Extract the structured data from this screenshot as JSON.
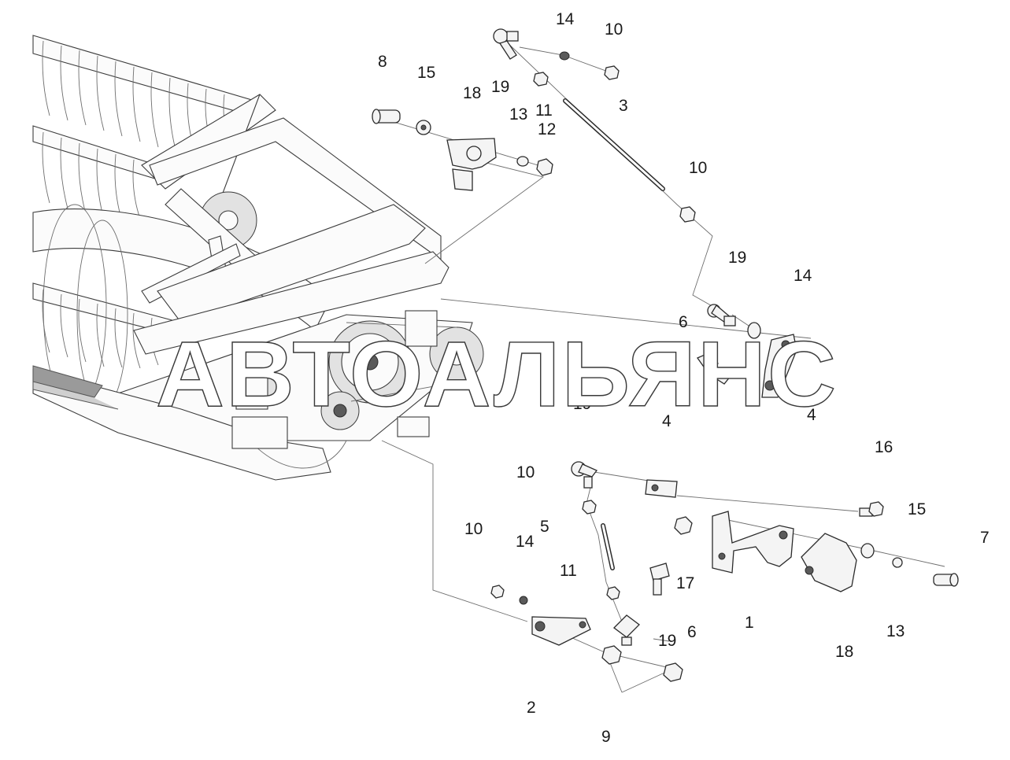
{
  "watermark": "АВТОАЛЬЯНС",
  "callouts": {
    "c14_top": "14",
    "c10_top": "10",
    "c8": "8",
    "c15_top": "15",
    "c19_top": "19",
    "c11_top": "11",
    "c18_top": "18",
    "c13_top": "13",
    "c12": "12",
    "c3": "3",
    "c10_mid": "10",
    "c19_right": "19",
    "c14_right": "14",
    "c6_top": "6",
    "c4_right": "4",
    "c19_lower": "19",
    "c4_lower": "4",
    "c16": "16",
    "c10_lower": "10",
    "c15_right": "15",
    "c7": "7",
    "c5": "5",
    "c10_left": "10",
    "c14_lower": "14",
    "c11_lower": "11",
    "c17": "17",
    "c1": "1",
    "c13_right": "13",
    "c6_lower": "6",
    "c19_bottom": "19",
    "c18_bottom": "18",
    "c2": "2",
    "c9": "9"
  }
}
